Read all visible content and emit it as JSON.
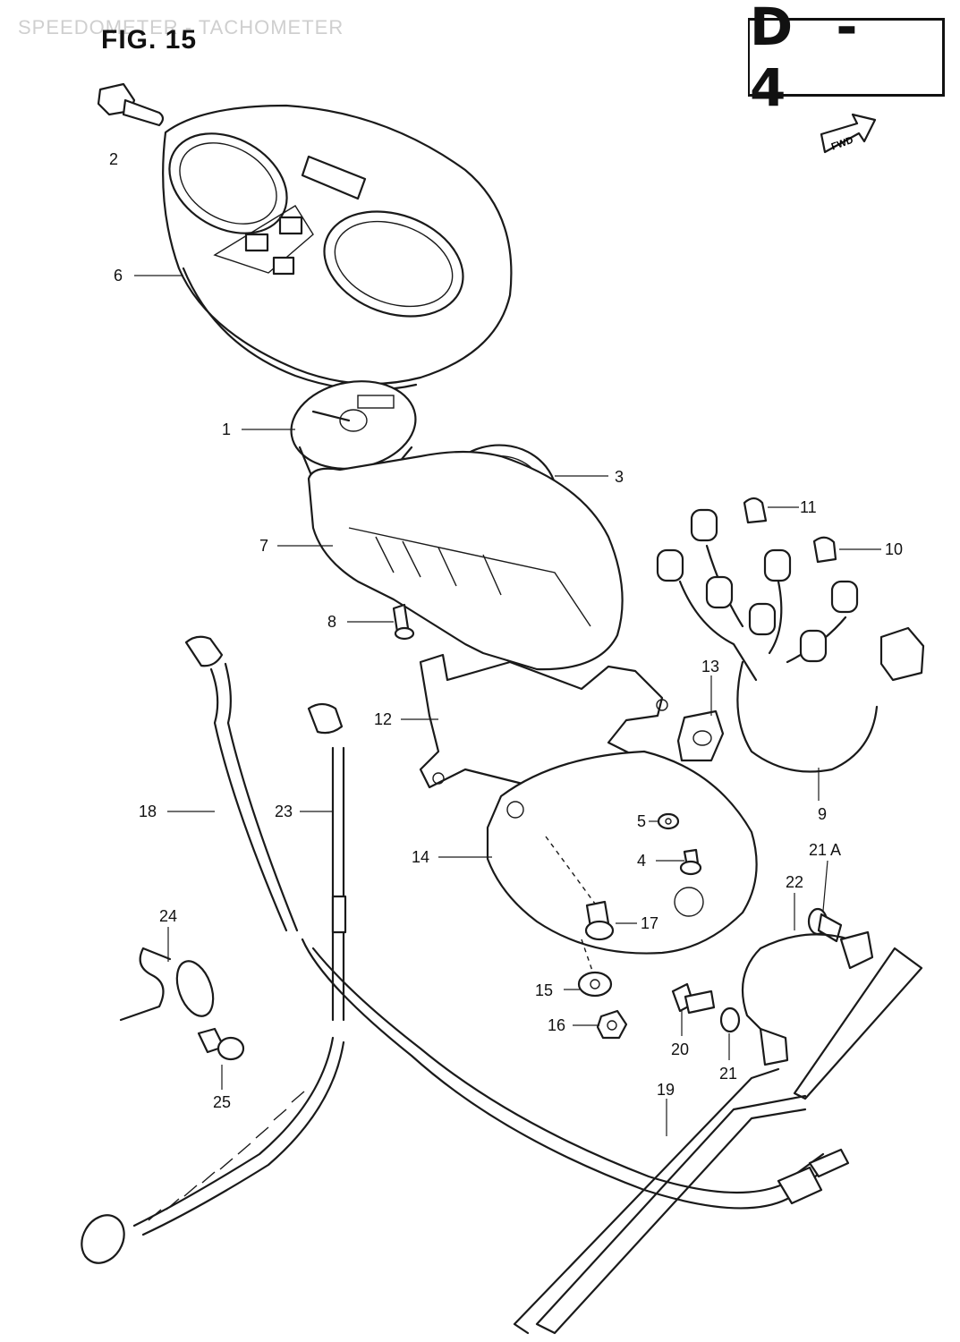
{
  "header": {
    "faint_title": "SPEEDOMETER - TACHOMETER",
    "figure_label": "FIG. 15",
    "section_code": "D - 4",
    "direction_label": "FWD"
  },
  "callouts": {
    "c1": "1",
    "c2": "2",
    "c3": "3",
    "c4": "4",
    "c5": "5",
    "c6": "6",
    "c7": "7",
    "c8": "8",
    "c9": "9",
    "c10": "10",
    "c11": "11",
    "c12": "12",
    "c13": "13",
    "c14": "14",
    "c15": "15",
    "c16": "16",
    "c17": "17",
    "c18": "18",
    "c19": "19",
    "c20": "20",
    "c21": "21",
    "c21a": "21 A",
    "c22": "22",
    "c23": "23",
    "c24": "24",
    "c25": "25"
  }
}
